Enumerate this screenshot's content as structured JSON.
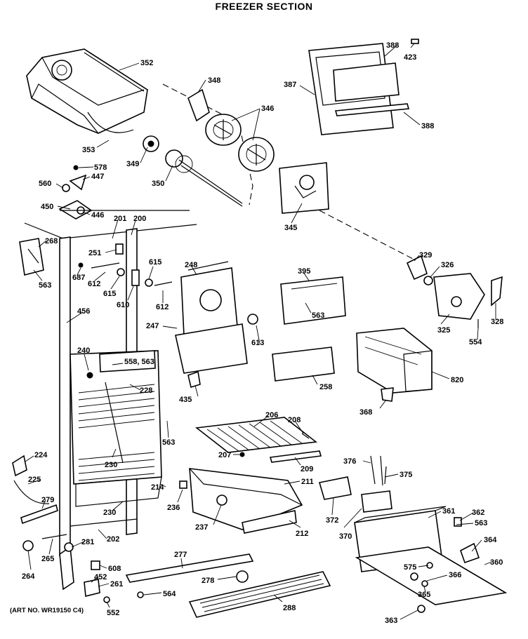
{
  "title": "FREEZER SECTION",
  "art_number": "(ART NO. WR19150 C4)",
  "callouts": [
    "352",
    "348",
    "346",
    "353",
    "349",
    "350",
    "387",
    "388",
    "423",
    "388",
    "345",
    "578",
    "447",
    "560",
    "450",
    "446",
    "268",
    "563",
    "201",
    "200",
    "251",
    "687",
    "612",
    "615",
    "615",
    "610",
    "612",
    "248",
    "247",
    "395",
    "563",
    "329",
    "326",
    "325",
    "328",
    "554",
    "456",
    "240",
    "558, 563",
    "228",
    "613",
    "435",
    "258",
    "820",
    "368",
    "563",
    "230",
    "206",
    "208",
    "207",
    "209",
    "224",
    "225",
    "279",
    "214",
    "211",
    "236",
    "376",
    "375",
    "372",
    "370",
    "361",
    "362",
    "563",
    "230",
    "237",
    "212",
    "202",
    "265",
    "281",
    "264",
    "608",
    "277",
    "452",
    "261",
    "278",
    "364",
    "360",
    "575",
    "366",
    "365",
    "552",
    "564",
    "288",
    "363"
  ]
}
